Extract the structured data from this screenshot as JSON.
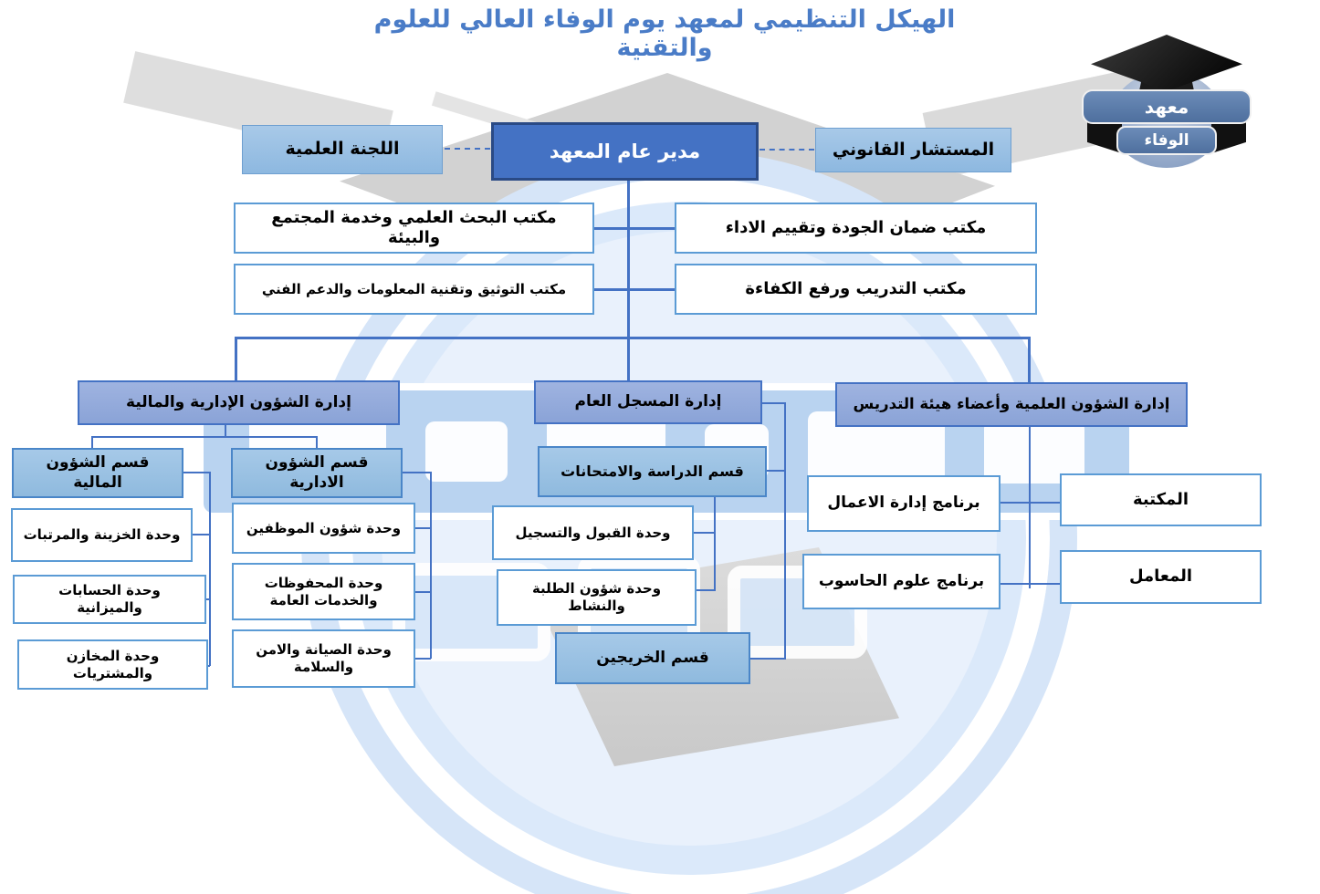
{
  "title": "الهيكل التنظيمي لمعهد يوم الوفاء العالي للعلوم والتقنية",
  "logo": {
    "word_top": "معهد",
    "word_bottom": "الوفاء"
  },
  "org": {
    "director": "مدير عام المعهد",
    "scientific_committee": "اللجنة العلمية",
    "legal_advisor": "المستشار القانوني",
    "research_office": "مكتب البحث العلمي وخدمة المجتمع والبيئة",
    "quality_office": "مكتب ضمان الجودة وتقييم الاداء",
    "documentation_office": "مكتب التوثيق وتقنية المعلومات والدعم الفني",
    "training_office": "مكتب التدريب ورفع الكفاءة",
    "admin_finance_dept": "إدارة الشؤون الإدارية والمالية",
    "registrar_dept": "إدارة المسجل العام",
    "academic_dept": "إدارة الشؤون العلمية وأعضاء هيئة التدريس",
    "finance_section": "قسم الشؤون المالية",
    "admin_section": "قسم الشؤون الادارية",
    "treasury_unit": "وحدة الخزينة والمرتبات",
    "accounts_unit": "وحدة الحسابات والميزانية",
    "stores_unit": "وحدة المخازن والمشتريات",
    "staff_unit": "وحدة شؤون الموظفين",
    "archives_unit": "وحدة المحفوظات والخدمات العامة",
    "maintenance_unit": "وحدة الصيانة والامن والسلامة",
    "study_section": "قسم الدراسة والامتحانات",
    "admission_unit": "وحدة القبول والتسجيل",
    "student_affairs_unit": "وحدة شؤون الطلبة والنشاط",
    "graduates_section": "قسم الخريجين",
    "business_program": "برنامج إدارة الاعمال",
    "cs_program": "برنامج علوم الحاسوب",
    "library": "المكتبة",
    "labs": "المعامل"
  },
  "colors": {
    "title_text": "#4a7cc7",
    "director_fill": "#4472c4",
    "director_border": "#2a4a85",
    "light_box_fill": "#9dc3e6",
    "dept_box_fill": "#8faadc",
    "white_box_border": "#5b9bd5",
    "connector_line": "#4472c4"
  }
}
